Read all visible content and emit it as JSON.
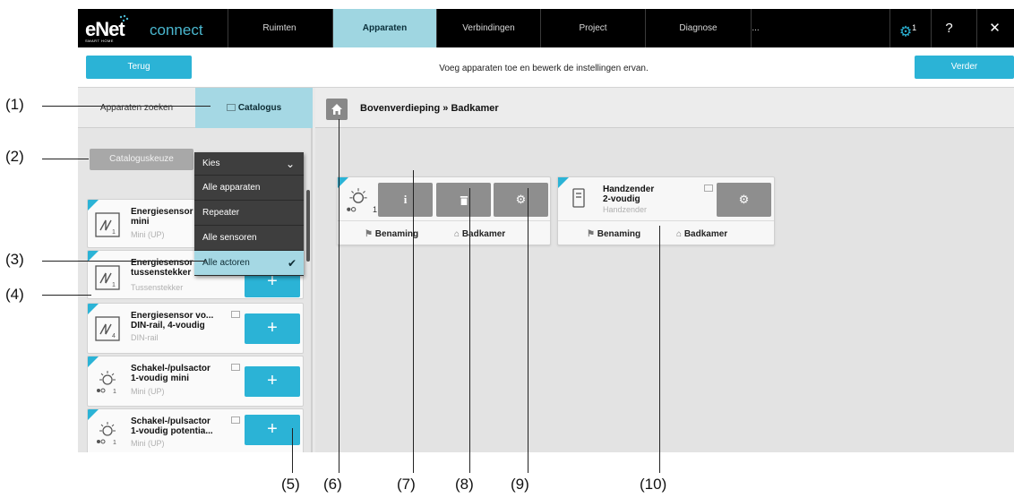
{
  "app": {
    "logo": {
      "brand": "eNet",
      "product": "connect",
      "tagline": "SMART HOME"
    },
    "nav_tabs": [
      {
        "label": "Ruimten"
      },
      {
        "label": "Apparaten",
        "active": true
      },
      {
        "label": "Verbindingen"
      },
      {
        "label": "Project"
      },
      {
        "label": "Diagnose"
      },
      {
        "label": "..."
      }
    ],
    "settings_badge": "1",
    "help_label": "?",
    "close_label": "✕",
    "back_label": "Terug",
    "next_label": "Verder",
    "info_text": "Voeg apparaten toe en bewerk de instellingen ervan.",
    "accent_color": "#2bb3d6"
  },
  "left": {
    "tab_search": "Apparaten zoeken",
    "tab_catalog": "Catalogus",
    "catalog_choice_label": "Catalogus­keuze",
    "dropdown": {
      "header": "Kies",
      "options": [
        {
          "label": "Alle apparaten"
        },
        {
          "label": "Repeater"
        },
        {
          "label": "Alle sensoren"
        },
        {
          "label": "Alle actoren",
          "selected": true
        }
      ]
    },
    "devices": [
      {
        "name_line1": "Energiesensor",
        "name_line2": "mini",
        "type": "Mini (UP)",
        "icon": "energy-sensor-1-icon",
        "channels": "1"
      },
      {
        "name_line1": "Energiesensor",
        "name_line2": "tussenstekker",
        "type": "Tussenstekker",
        "icon": "energy-sensor-1-icon",
        "channels": "1"
      },
      {
        "name_line1": "Energiesensor vo...",
        "name_line2": "DIN-rail, 4-voudig",
        "type": "DIN-rail",
        "icon": "energy-sensor-4-icon",
        "channels": "4"
      },
      {
        "name_line1": "Schakel-/pulsactor",
        "name_line2": "1-voudig mini",
        "type": "Mini (UP)",
        "icon": "light-actuator-icon",
        "channels": "1"
      },
      {
        "name_line1": "Schakel-/pulsactor",
        "name_line2": "1-voudig potentia...",
        "type": "Mini (UP)",
        "icon": "light-actuator-icon",
        "channels": "1"
      }
    ],
    "add_label": "+"
  },
  "right": {
    "breadcrumb": "Bovenverdieping » Badkamer",
    "cards": [
      {
        "channels": "1",
        "name_label": "Benaming",
        "room_label": "Badkamer",
        "info_label": "i"
      },
      {
        "name_line1": "Handzender",
        "name_line2": "2-voudig",
        "type": "Handzender",
        "name_label": "Benaming",
        "room_label": "Badkamer"
      }
    ]
  },
  "annotations": {
    "left": [
      "(1)",
      "(2)",
      "(3)",
      "(4)"
    ],
    "bottom": [
      "(5)",
      "(6)",
      "(7)",
      "(8)",
      "(9)",
      "(10)"
    ]
  }
}
